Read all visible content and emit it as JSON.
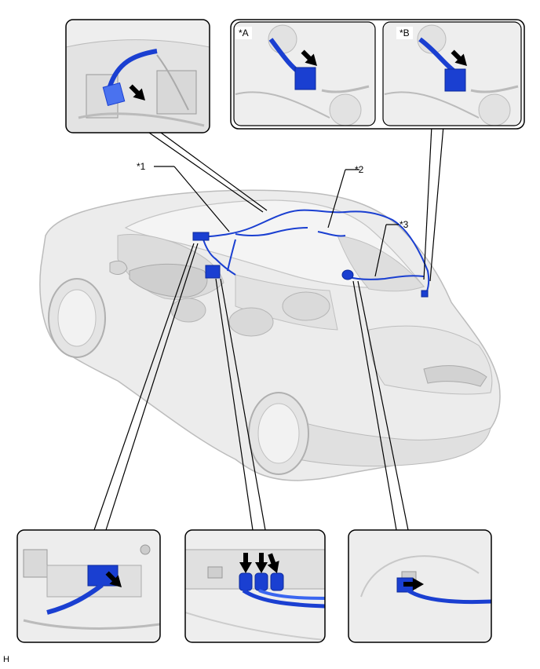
{
  "callouts": {
    "one": "*1",
    "two": "*2",
    "three": "*3"
  },
  "insets": {
    "a_label": "*A",
    "b_label": "*B"
  },
  "footer_code": "H",
  "colors": {
    "harness": "#1a3fd1",
    "harness_light": "#3a66f0",
    "car_body": "#e9e9e9",
    "car_outline": "#b5b5b5",
    "frame": "#000000"
  },
  "icons": [
    "arrow-icon"
  ]
}
